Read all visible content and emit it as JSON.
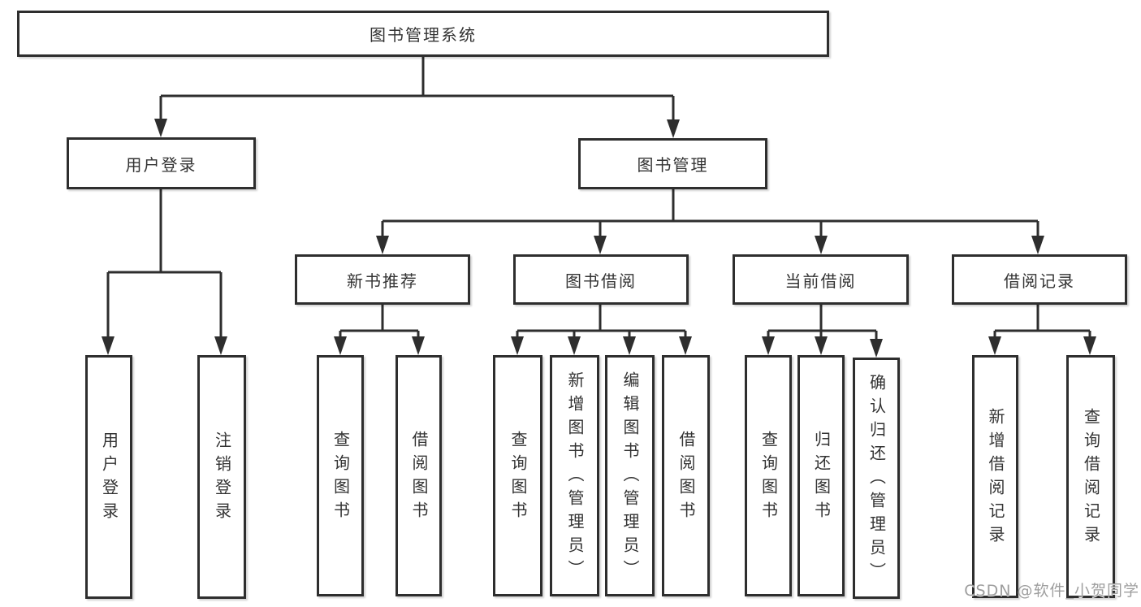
{
  "diagram": {
    "type": "hierarchy-diagram",
    "watermark": "CSDN @软件_小贺同学",
    "colors": {
      "line": "#2e2e2e",
      "box_border": "#2e2e2e",
      "text": "#333333",
      "background": "#ffffff",
      "watermark_text": "#9e9e9e"
    },
    "nodes": {
      "root": {
        "label": "图书管理系统"
      },
      "user_login": {
        "label": "用户登录"
      },
      "book_mgmt": {
        "label": "图书管理"
      },
      "new_book_rec": {
        "label": "新书推荐"
      },
      "book_borrow": {
        "label": "图书借阅"
      },
      "current_borrow": {
        "label": "当前借阅"
      },
      "borrow_records": {
        "label": "借阅记录"
      },
      "leaf_user_login": {
        "label": "用户登录"
      },
      "leaf_logout": {
        "label": "注销登录"
      },
      "rec_query_book": {
        "label": "查询图书"
      },
      "rec_borrow_book": {
        "label": "借阅图书"
      },
      "borrow_query_book": {
        "label": "查询图书"
      },
      "borrow_add_book": {
        "label": "新增图书（管理员）"
      },
      "borrow_edit_book": {
        "label": "编辑图书（管理员）"
      },
      "borrow_borrow_book": {
        "label": "借阅图书"
      },
      "current_query_book": {
        "label": "查询图书"
      },
      "current_return_book": {
        "label": "归还图书"
      },
      "current_confirm_return": {
        "label": "确认归还（管理员）"
      },
      "records_add_record": {
        "label": "新增借阅记录"
      },
      "records_query_record": {
        "label": "查询借阅记录"
      }
    },
    "hierarchy": {
      "图书管理系统": {
        "用户登录": [
          "用户登录",
          "注销登录"
        ],
        "图书管理": {
          "新书推荐": [
            "查询图书",
            "借阅图书"
          ],
          "图书借阅": [
            "查询图书",
            "新增图书（管理员）",
            "编辑图书（管理员）",
            "借阅图书"
          ],
          "当前借阅": [
            "查询图书",
            "归还图书",
            "确认归还（管理员）"
          ],
          "借阅记录": [
            "新增借阅记录",
            "查询借阅记录"
          ]
        }
      }
    }
  }
}
